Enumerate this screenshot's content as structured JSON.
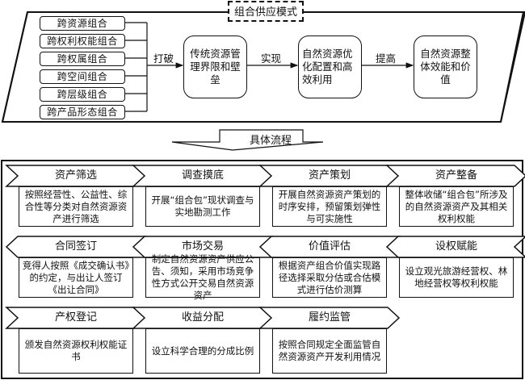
{
  "top_section": {
    "mode_title": "组合供应模式",
    "combination_types": [
      "跨资源组合",
      "跨权利权能组合",
      "跨权属组合",
      "跨空间组合",
      "跨层级组合",
      "跨产品形态组合"
    ],
    "flow": [
      {
        "edge_label": "打破",
        "box_text": "传统资源管理界限和壁垒"
      },
      {
        "edge_label": "实现",
        "box_text": "自然资源优化配置和高效利用"
      },
      {
        "edge_label": "提高",
        "box_text": "自然资源整体效能和价值"
      }
    ]
  },
  "process_section": {
    "title": "具体流程",
    "rows": [
      {
        "direction": "right",
        "steps": [
          {
            "title": "资产筛选",
            "desc": "按照经营性、公益性、综合性等分类对自然资源资产进行筛选"
          },
          {
            "title": "调查摸底",
            "desc": "开展“组合包”现状调查与实地勘测工作"
          },
          {
            "title": "资产策划",
            "desc": "开展自然资源资产策划的时序安排，预留策划弹性与可实施性"
          },
          {
            "title": "资产整备",
            "desc": "整体收储“组合包”所涉及的自然资源资产及其相关权利权能"
          }
        ]
      },
      {
        "direction": "left",
        "steps": [
          {
            "title": "合同签订",
            "desc": "竞得人按照《成交确认书》的约定，与出让人签订《出让合同》"
          },
          {
            "title": "市场交易",
            "desc": "制定自然资源资产供应公告、须知，采用市场竞争性方式公开交易自然资源资产"
          },
          {
            "title": "价值评估",
            "desc": "根据资产组合价值实现路径选择采取分估或合估模式进行估价测算"
          },
          {
            "title": "设权赋能",
            "desc": "设立观光旅游经营权、林地经营权等权利权能"
          }
        ]
      },
      {
        "direction": "right",
        "steps": [
          {
            "title": "产权登记",
            "desc": "颁发自然资源权利权能证书"
          },
          {
            "title": "收益分配",
            "desc": "设立科学合理的分成比例"
          },
          {
            "title": "履约监管",
            "desc": "按照合同规定全面监管自然资源资产开发利用情况"
          }
        ]
      }
    ]
  }
}
